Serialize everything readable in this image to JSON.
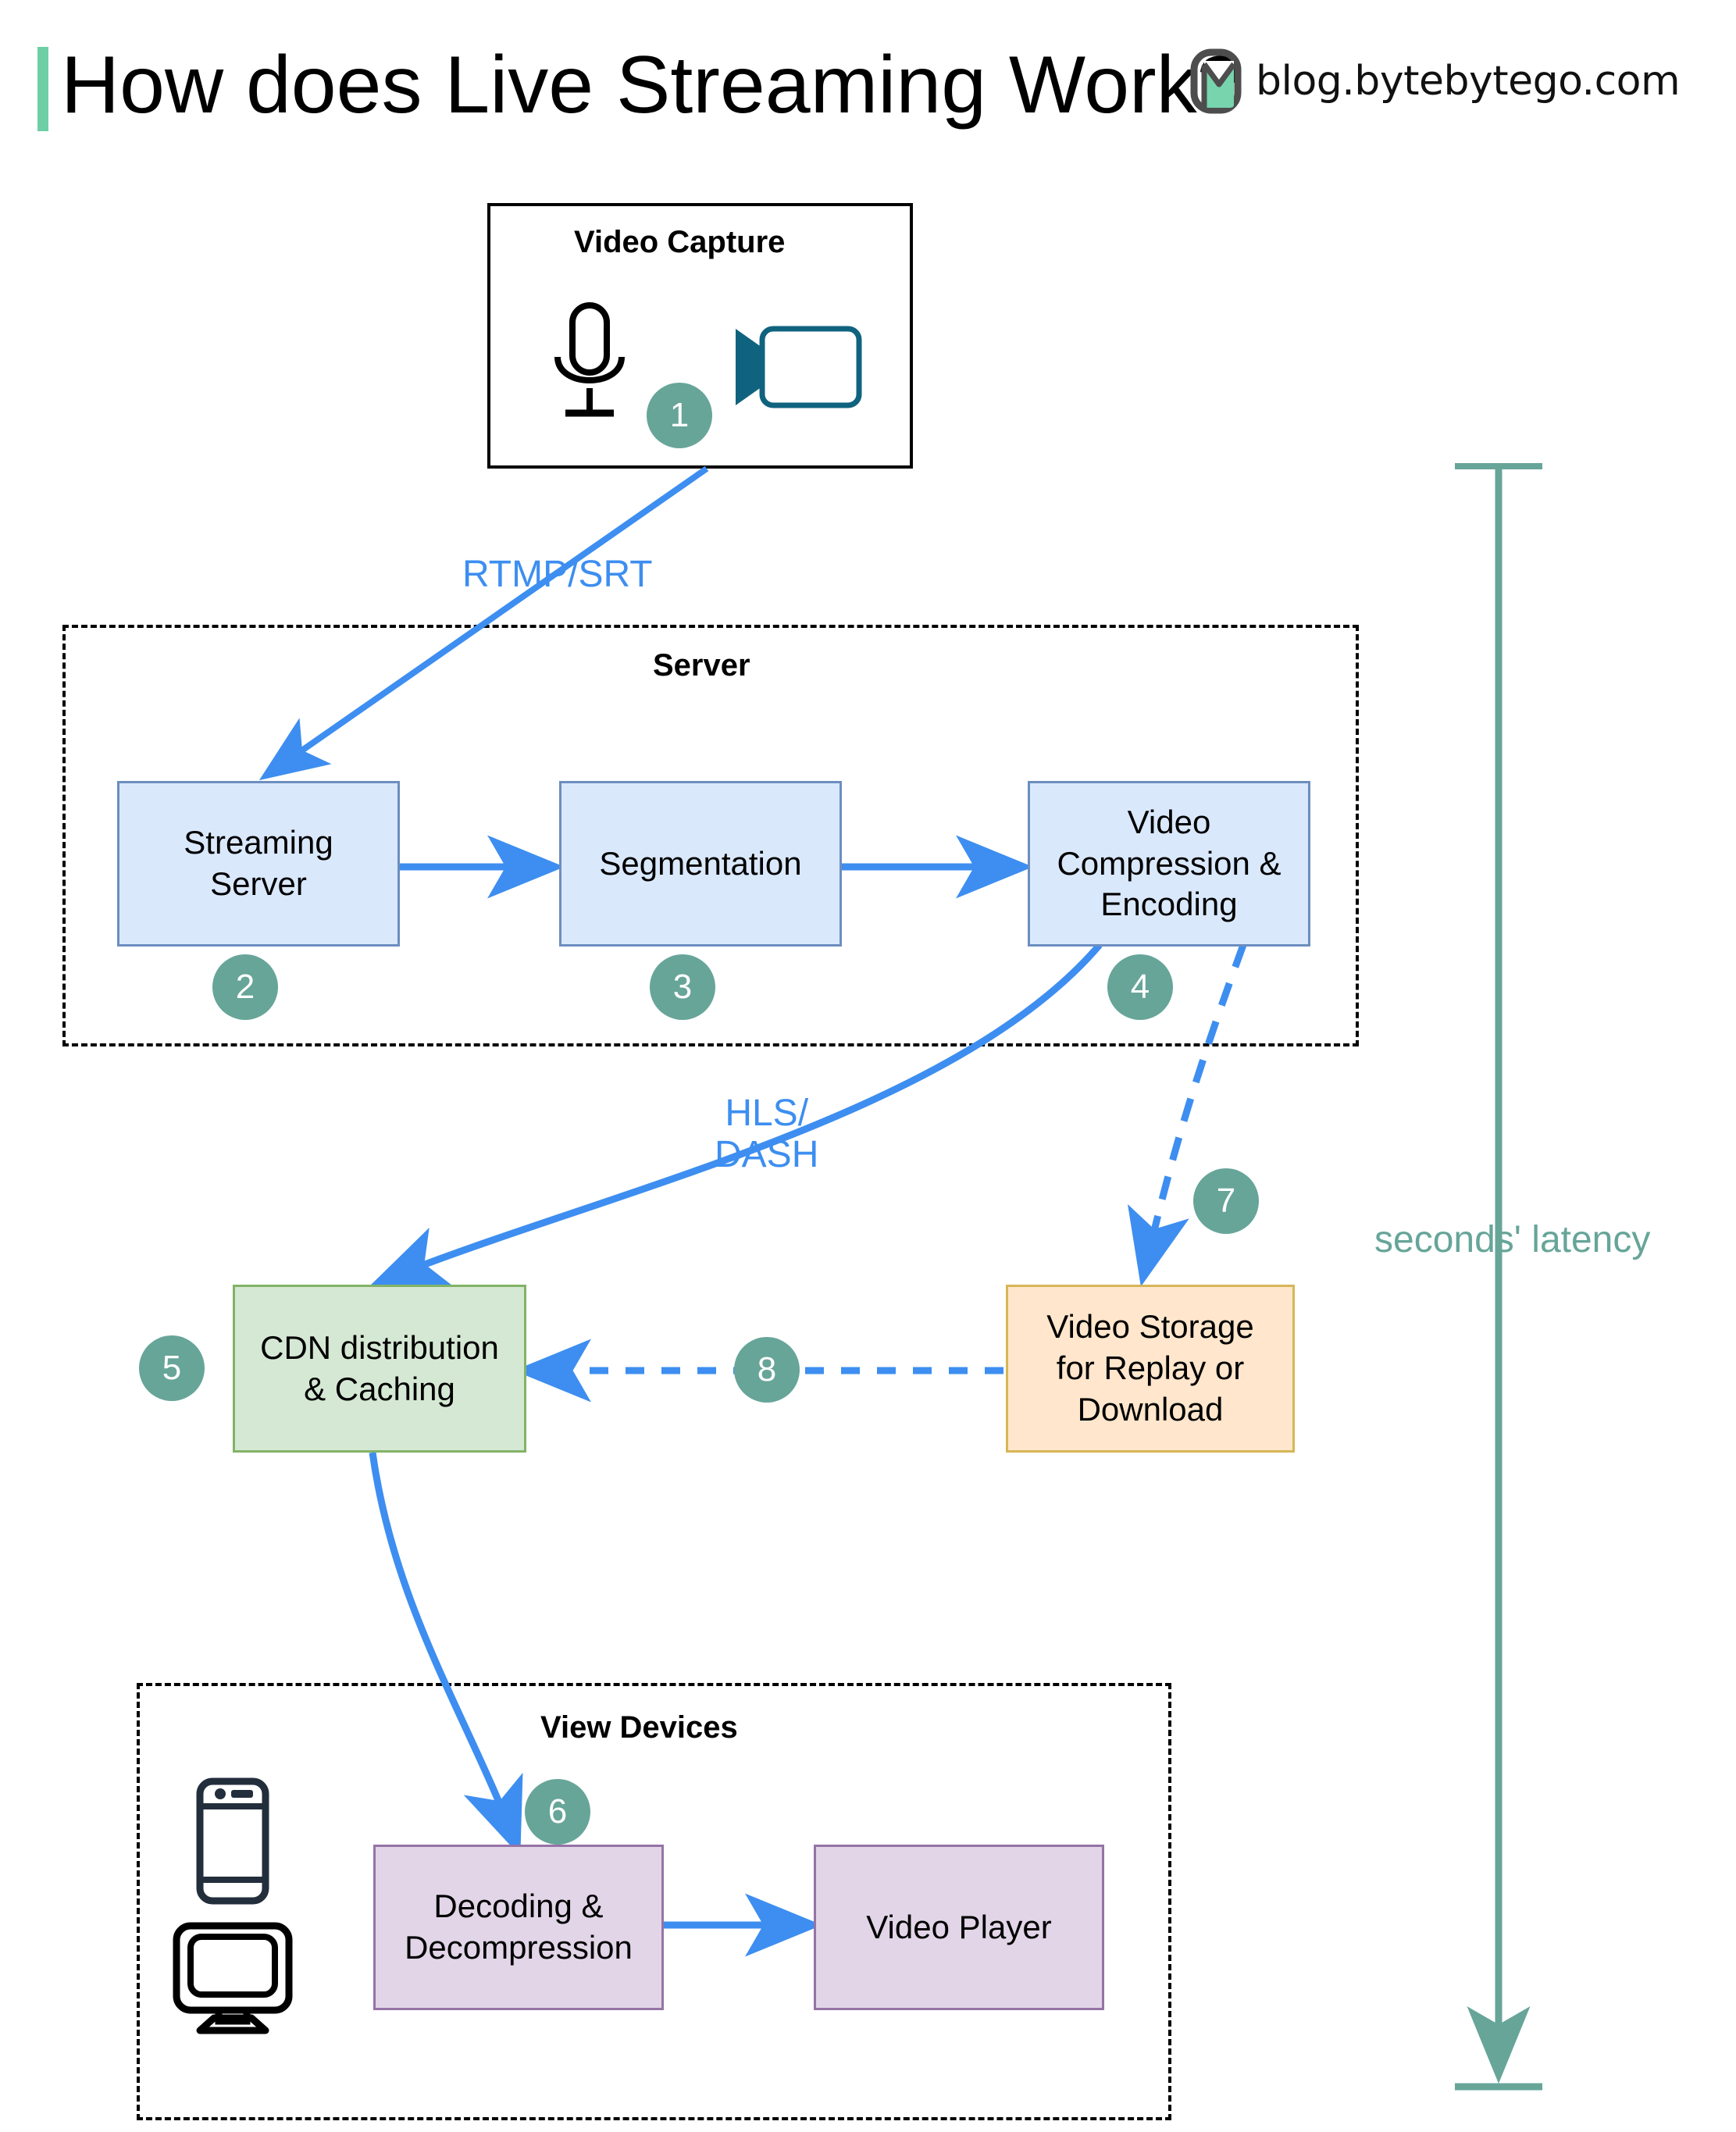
{
  "header": {
    "title": "How does Live Streaming Work?",
    "brand_text": "blog.bytebytego.com",
    "accent_color": "#6ecfa6",
    "logo_icon": "bytebytego-logo-icon"
  },
  "colors": {
    "blue_fill": "#dae8fc",
    "blue_stroke": "#6c8ebf",
    "green_fill": "#d5e8d4",
    "green_stroke": "#82b366",
    "orange_fill": "#ffe6cc",
    "orange_stroke": "#d6b656",
    "purple_fill": "#e1d5e7",
    "purple_stroke": "#9673a6",
    "badge": "#67a599",
    "arrow_blue": "#3d8ef0",
    "latency_teal": "#67a599",
    "camera_teal": "#10637f"
  },
  "groups": {
    "video_capture": {
      "title": "Video Capture",
      "style": "solid"
    },
    "server": {
      "title": "Server",
      "style": "dashed"
    },
    "view_devices": {
      "title": "View Devices",
      "style": "dashed"
    }
  },
  "nodes": {
    "streaming_server": {
      "label": "Streaming\nServer",
      "badge": "2"
    },
    "segmentation": {
      "label": "Segmentation",
      "badge": "3"
    },
    "video_compression": {
      "label": "Video\nCompression &\nEncoding",
      "badge": "4"
    },
    "cdn": {
      "label": "CDN distribution\n& Caching",
      "badge": "5"
    },
    "video_storage": {
      "label": "Video Storage\nfor Replay or\nDownload",
      "badge": "7"
    },
    "decoding": {
      "label": "Decoding &\nDecompression",
      "badge": "6"
    },
    "video_player": {
      "label": "Video Player",
      "badge": ""
    }
  },
  "badges": {
    "capture": "1",
    "streaming_server": "2",
    "segmentation": "3",
    "compression": "4",
    "cdn": "5",
    "decoding": "6",
    "storage": "7",
    "storage_to_cdn": "8"
  },
  "edge_labels": {
    "rtmp_srt": "RTMP/SRT",
    "hls_dash": "HLS/\nDASH"
  },
  "annotations": {
    "latency": "seconds' latency"
  },
  "icons": {
    "microphone": "microphone-icon",
    "video_camera": "video-camera-icon",
    "phone": "smartphone-icon",
    "monitor": "desktop-monitor-icon"
  }
}
